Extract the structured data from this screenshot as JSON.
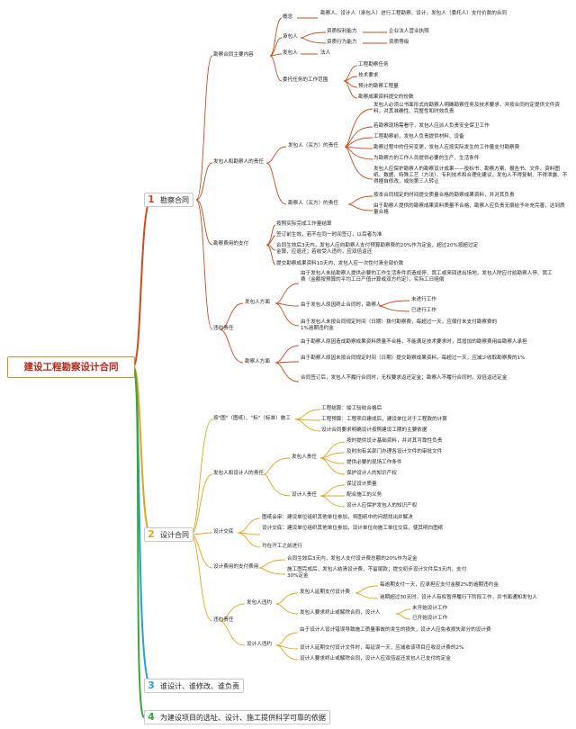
{
  "root": "建设工程勘察设计合同",
  "sections": [
    {
      "num": "1",
      "label": "勘察合同"
    },
    {
      "num": "2",
      "label": "设计合同"
    },
    {
      "num": "3",
      "label": "谁设计、谁修改、谁负责"
    },
    {
      "num": "4",
      "label": "为建设项目的选址、设计、施工提供科学可靠的依据"
    }
  ],
  "survey": {
    "main_content": "勘察合同主要内容",
    "concept": "概念",
    "concept_text": "勘察人、设计人（承包人）进行工程勘察、设计，发包人（委托人）支付价款的合同",
    "contractor": "承包人",
    "qualification": "资质权利能力",
    "qualification_value": "企业法人营业执照",
    "behavior": "资质行为能力",
    "behavior_value": "资质等级",
    "client": "发包人",
    "client_value": "法人",
    "task_scope": "委托任务的工作范围",
    "tasks": [
      "工程勘察任务",
      "技术要求",
      "预计的勘察工程量",
      "勘察成果资料提交的份数"
    ],
    "rights": "发包人和勘察人的责任",
    "client_duty": "发包人（买方）的责任",
    "client_duties": [
      "发包人必须以书面形式向勘察人明确勘察任务及技术要求，并按合同约定提供文件资料，对其准确性、完整性和时效负责",
      "若勘察现场需看守，发包人应派人负责安全保卫工作",
      "工程勘察前，发包人负责提供材料、设备",
      "勘察过程中的任何变更，发包人应按实际发生的工作量支付勘察费",
      "为勘察方的工作人员提供必要的生产、生活条件",
      "发包人应保护勘察人的勘察设计成果——投标书、勘察方案、报告书、文件、资料图纸、数据、特殊工艺（方法）、专利技术和合理化建议，发包人不得复制、不得泄露、不得擅自修改，或向第三人转让"
    ],
    "surveyor_duty": "勘察人（买方）的责任",
    "surveyor_duties": [
      "按本合同规定的时间提交质量合格的勘察成果资料，并对其负责",
      "由于勘察人提供的勘察成果资料质量不合格，勘察人应负责无偿给予补充完善，达到质量合格"
    ],
    "fee": "勘察费用的支付",
    "fee_items": [
      "按照实际完成工作量结算",
      "签订前生效，若不在同一时间签订，以后者为准",
      "合同生效后3天内，发包人应向勘察人支付预算勘察费的20%作为定金，超过20%按超过定金算，应退还；若收受人违约，应双倍返还",
      "提交勘察成果资料10天内，发包人应一次性付清全部价款"
    ],
    "breach": "违约责任",
    "client_side": "发包人方面",
    "client_breach": [
      "由于发包人未给勘察人提供必要的工作生活条件而造成停、窝工或来回进出场地，发包人除应付给勘察人停、窝工费（金额按预算的平均工日产值计算或双方约定），实际工日赔偿",
      "由于发包人原因终止合同时，勘察人"
    ],
    "terminate_items": [
      "未进行工作",
      "已进行工作"
    ],
    "client_breach_late": "由于发包人未按合同规定时间（日期）拨付勘察费，每超过一天，应偿付未支付勘察费的1%逾期违约金",
    "surveyor_side": "勘察人方面",
    "surveyor_breach": [
      "由于勘察人原因造成勘察成果资料质量不合格，不能满足技术要求时，其增加的勘察费用由勘察人承担",
      "由于勘察人原因未按合同规定时间（日期）提交勘察成果资料，每超过一天，应减少收取勘察费的1%",
      "合同签订后，发包人不履行合同时，无权要求返还定金；勘察人不履行合同时，双倍返还定金"
    ]
  },
  "design": {
    "bid": "按\"图\"（图纸）、\"标\"（标准）施工",
    "bid_items": [
      "工程结算：竣工验收合格后",
      "工程预算：工程项目建成后，建设单位对于工程款的计算",
      "设计合同要求明确设计按照建设工期的主要依据"
    ],
    "rights": "发包人和设计人的责任",
    "client_duty": "发包人责任",
    "client_duties": [
      "按时提供设计基础资料，并对其可靠性负责",
      "及时向有关部门办理各设计文件的审批文件",
      "提供必要的现场工作条件",
      "保护设计人的知识产权"
    ],
    "designer_duty": "设计人责任",
    "designer_duties": [
      "保证设计质量",
      "配合施工的义务",
      "设计人应保护发包人的知识产权"
    ],
    "disclosure": "设计交底",
    "disclosure_items": [
      "图纸会审：建设单位组织其他单位参加，将图纸中的问题找出并解决",
      "设计交底：建设单位组织其他单位参加，设计单位向施工单位交底，使其明白图纸",
      "均在开工之前进行"
    ],
    "fee": "设计费用的支付费用",
    "fee_items": [
      "合同生效后3天内，发包人支付设计费总额的20%作为定金",
      "施工图完成后，发包人结清设计费，不留尾款；提交初步设计文件后3天内，支付30%定金"
    ],
    "breach": "违约责任",
    "client_breach": "发包人违约",
    "client_late": "发包人延期支付设计费",
    "client_late_items": [
      "每逾期支付一天，应承担应支付金额2%的逾期违约金",
      "逾期超过30天时，设计人有权暂停履行下阶段工作，并书面通知发包人"
    ],
    "client_stop": "发包人要求终止或解除合同，设计人",
    "client_stop_items": [
      "未开始设计工作",
      "已开始设计工作"
    ],
    "designer_breach": "设计人违约",
    "designer_breach_items": [
      "由于设计人设计错误导致施工质量事故的发生的损失，设计人应免收损失部分的设计费",
      "设计人延期交付设计文件时，每延误一天，应减收该项目应收设计费的2%",
      "设计人要求终止或解除合同，设计人应双倍返还发包人已支付的定金"
    ]
  }
}
